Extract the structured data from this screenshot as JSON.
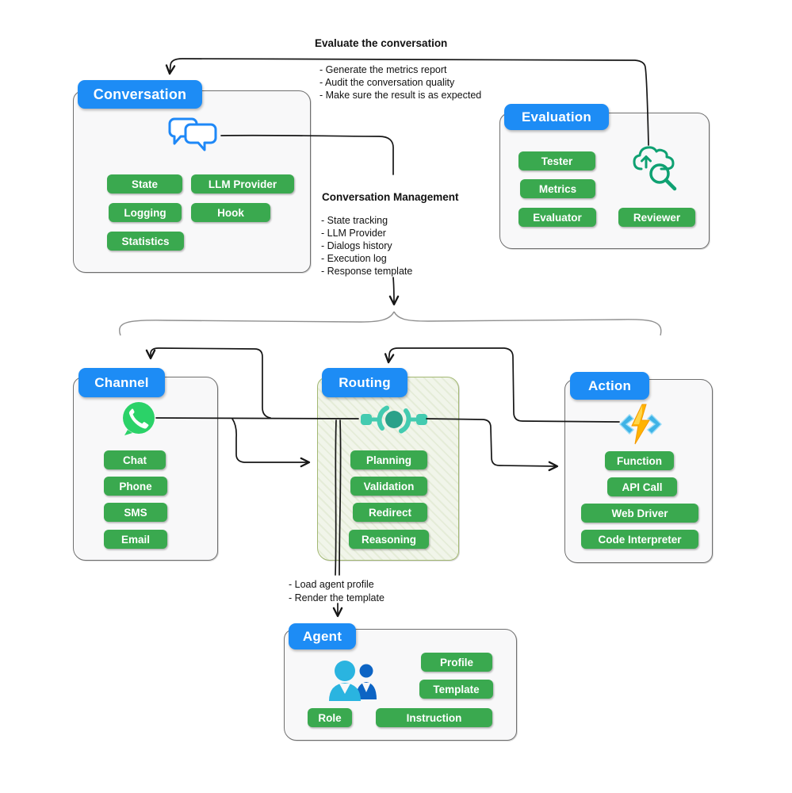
{
  "colors": {
    "header_blue": "#1d8cf5",
    "pill_green": "#3aa94f",
    "connector_black": "#161616",
    "brace_gray": "#8f8f8f",
    "routing_border": "#a3b873",
    "box_border": "#6f6f6f",
    "whatsapp_green": "#2bd268",
    "teal_icon": "#43cbb0",
    "bolt_orange": "#f5a300",
    "eval_icon_green": "#0fa172"
  },
  "annotations": {
    "evaluate": {
      "title": "Evaluate the conversation",
      "bullets": [
        "- Generate the metrics report",
        "- Audit the conversation quality",
        "- Make sure the result is as expected"
      ]
    },
    "management": {
      "title": "Conversation Management",
      "bullets": [
        "- State tracking",
        "- LLM Provider",
        "- Dialogs history",
        "- Execution log",
        "- Response template"
      ]
    },
    "agent_note": {
      "bullets": [
        "- Load agent profile",
        "- Render the template"
      ]
    }
  },
  "boxes": {
    "conversation": {
      "title": "Conversation",
      "icon": "chat-bubbles-icon",
      "pills": [
        "State",
        "LLM Provider",
        "Logging",
        "Hook",
        "Statistics"
      ]
    },
    "evaluation": {
      "title": "Evaluation",
      "icon": "cloud-search-icon",
      "pills": [
        "Tester",
        "Metrics",
        "Evaluator",
        "Reviewer"
      ]
    },
    "channel": {
      "title": "Channel",
      "icon": "whatsapp-icon",
      "pills": [
        "Chat",
        "Phone",
        "SMS",
        "Email"
      ]
    },
    "routing": {
      "title": "Routing",
      "icon": "routing-node-icon",
      "pills": [
        "Planning",
        "Validation",
        "Redirect",
        "Reasoning"
      ]
    },
    "action": {
      "title": "Action",
      "icon": "function-lightning-icon",
      "pills": [
        "Function",
        "API Call",
        "Web Driver",
        "Code Interpreter"
      ]
    },
    "agent": {
      "title": "Agent",
      "icon": "team-icon",
      "pills": [
        "Profile",
        "Template",
        "Role",
        "Instruction"
      ]
    }
  }
}
